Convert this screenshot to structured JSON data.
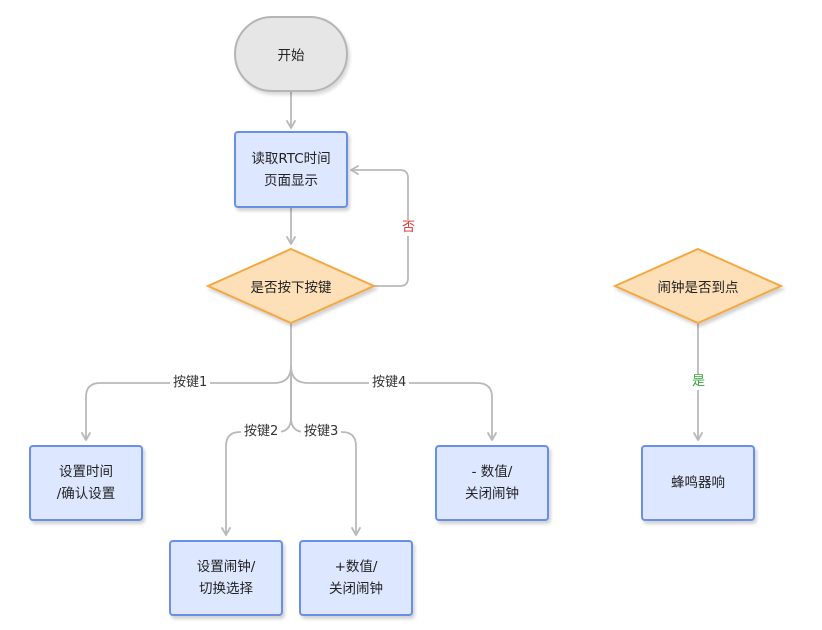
{
  "nodes": {
    "start": "开始",
    "read_rtc": [
      "读取RTC时间",
      "页面显示"
    ],
    "key_pressed": "是否按下按键",
    "set_time": [
      "设置时间",
      "/确认设置"
    ],
    "set_alarm": [
      "设置闹钟/",
      "切换选择"
    ],
    "plus_value": [
      "+数值/",
      "关闭闹钟"
    ],
    "minus_value": [
      "- 数值/",
      "关闭闹钟"
    ],
    "alarm_check": "闹钟是否到点",
    "buzzer": "蜂鸣器响"
  },
  "edges": {
    "no": "否",
    "key1": "按键1",
    "key2": "按键2",
    "key3": "按键3",
    "key4": "按键4",
    "yes": "是"
  },
  "colors": {
    "process_fill": "#dde7ff",
    "process_border": "#6a8fe6",
    "decision_fill": "#fde0b8",
    "decision_border": "#f5a742",
    "start_fill": "#e6e6e6",
    "connector": "#b9b9b9",
    "no_label": "#d9362e",
    "yes_label": "#38a238"
  }
}
